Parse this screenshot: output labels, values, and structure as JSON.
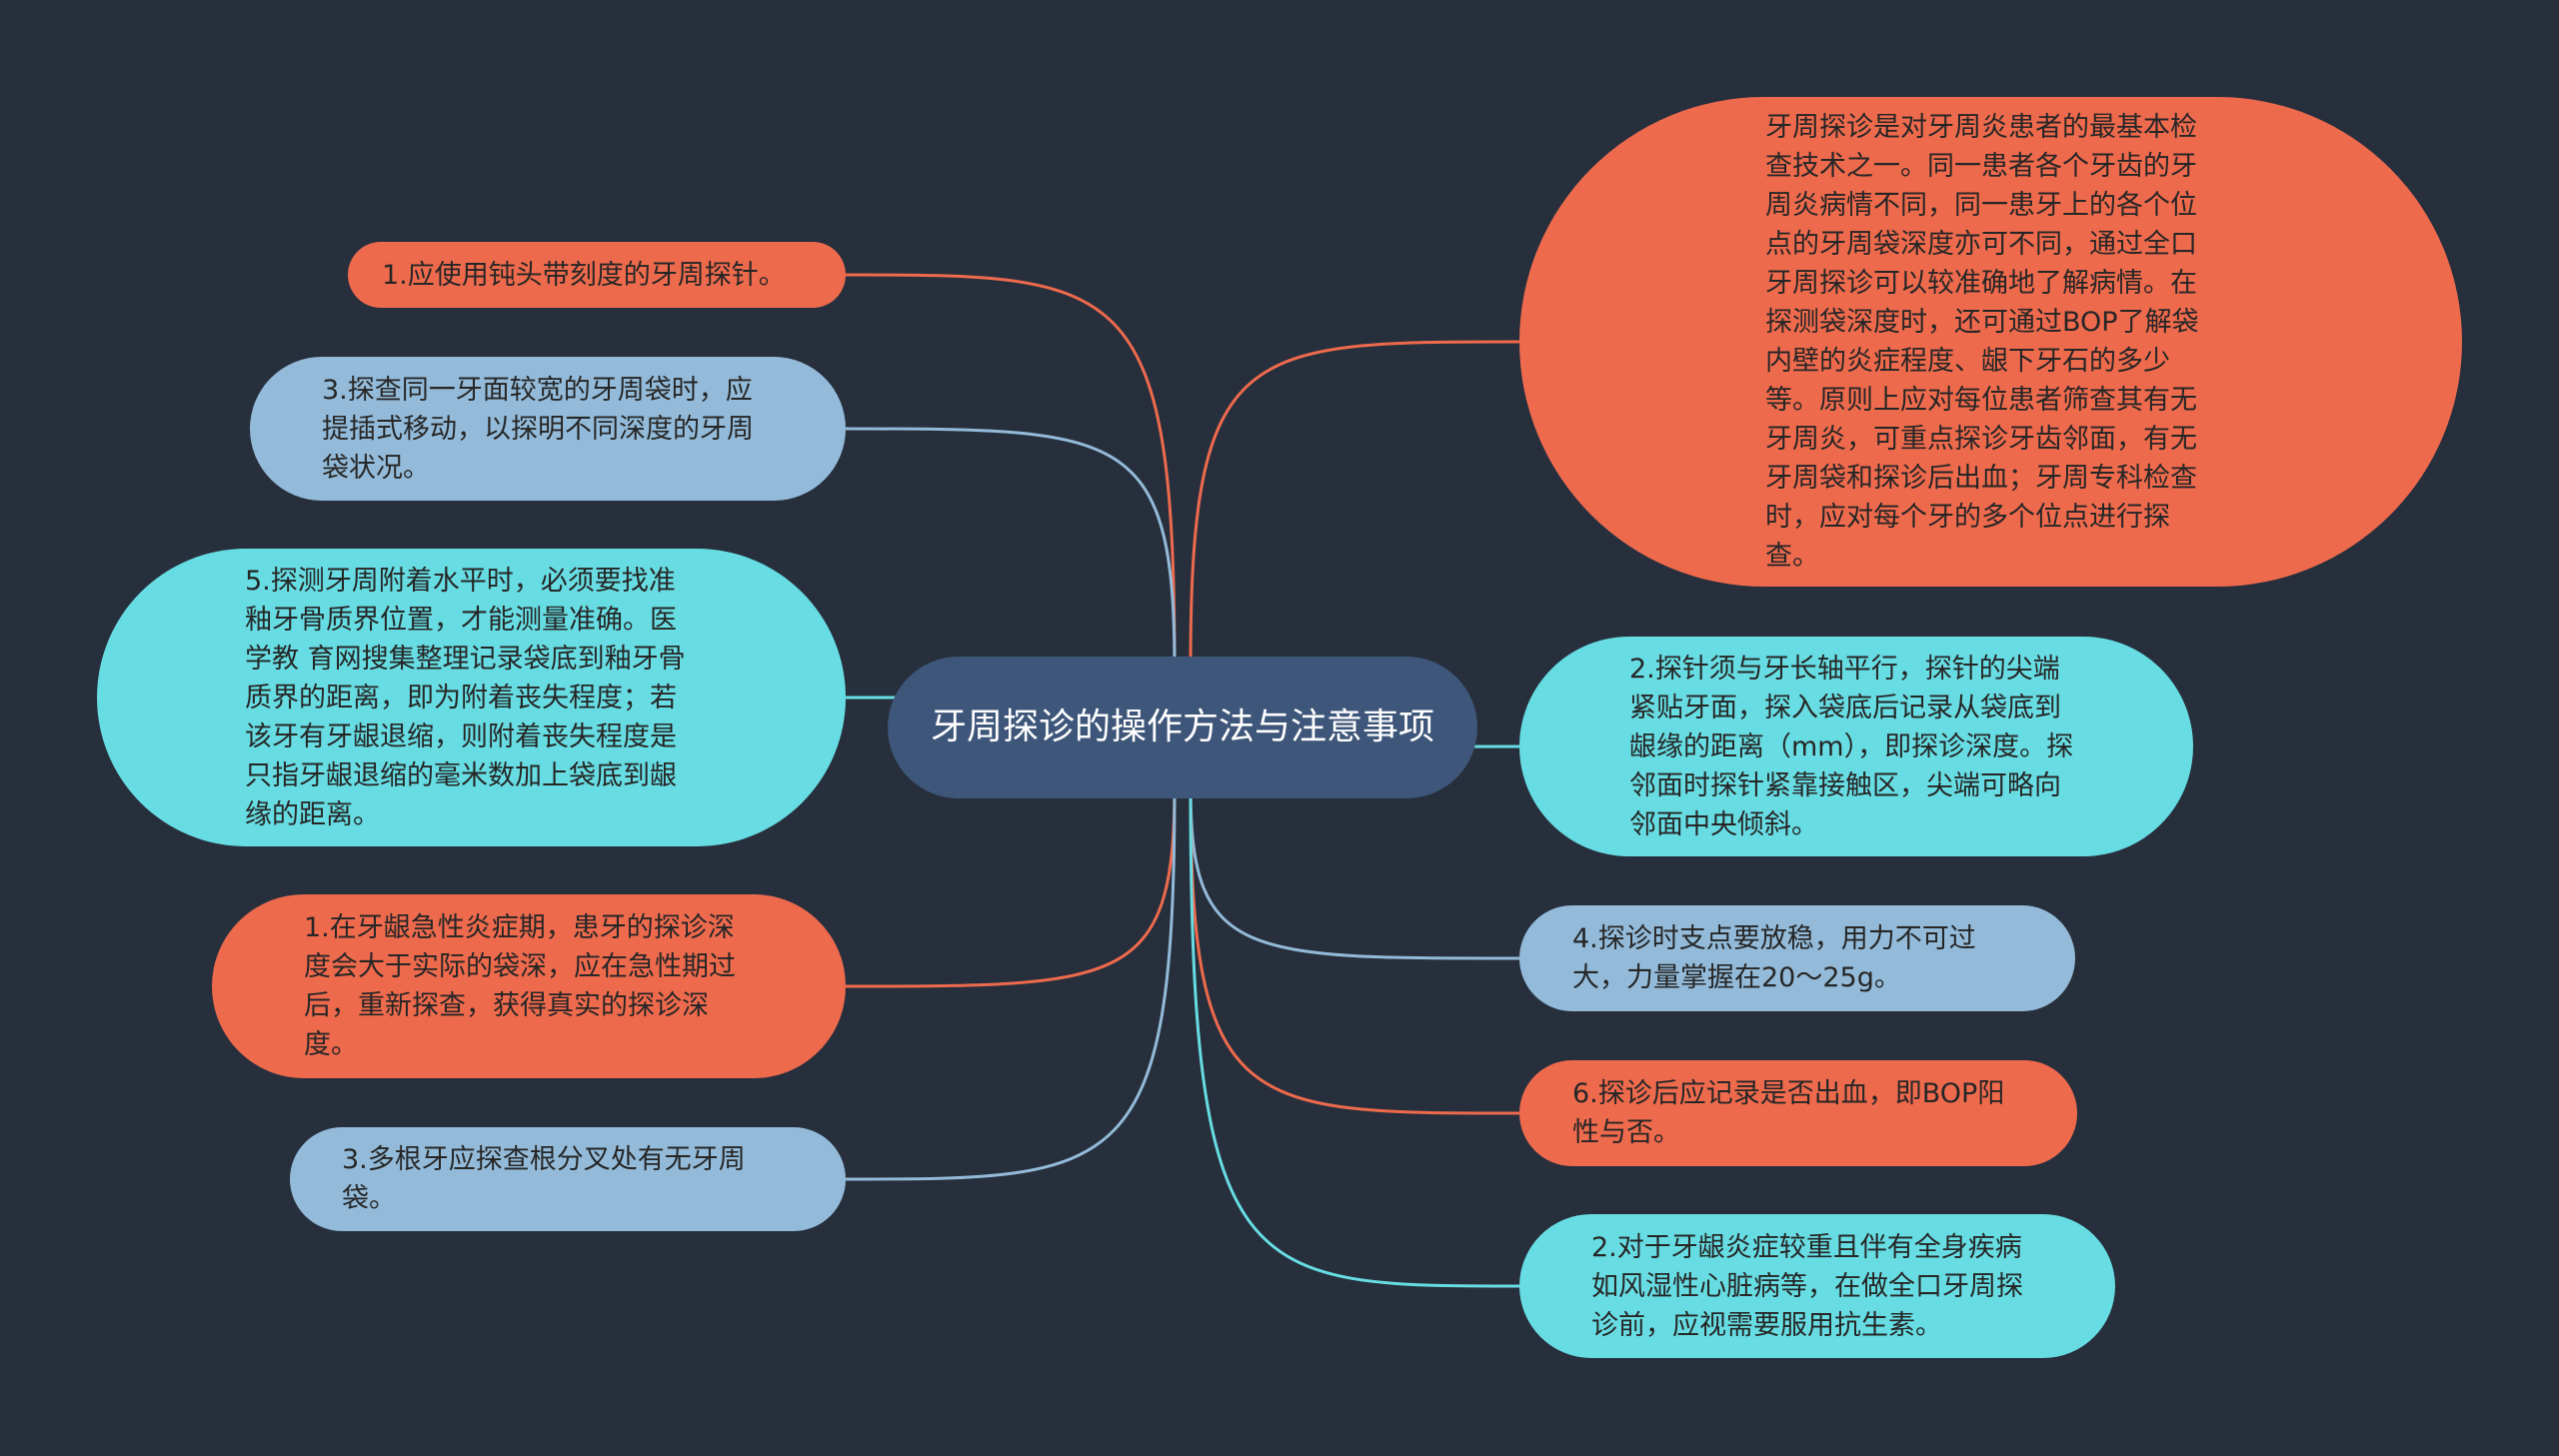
{
  "colors": {
    "background": "#272f3d",
    "center": "#3e5679",
    "orange": "#ee6a4d",
    "cyan": "#67dde3",
    "blue": "#93bbd9"
  },
  "mindmap": {
    "center": {
      "text": "牙周探诊的操作方法与注意事项"
    },
    "left_nodes": [
      {
        "text": "1.应使用钝头带刻度的牙周探针。",
        "color": "orange"
      },
      {
        "text": "3.探查同一牙面较宽的牙周袋时，应提插式移动，以探明不同深度的牙周袋状况。",
        "color": "blue"
      },
      {
        "text": "5.探测牙周附着水平时，必须要找准釉牙骨质界位置，才能测量准确。医学教 育网搜集整理记录袋底到釉牙骨质界的距离，即为附着丧失程度；若该牙有牙龈退缩，则附着丧失程度是只指牙龈退缩的毫米数加上袋底到龈缘的距离。",
        "color": "cyan"
      },
      {
        "text": "1.在牙龈急性炎症期，患牙的探诊深度会大于实际的袋深，应在急性期过后，重新探查，获得真实的探诊深度。",
        "color": "orange"
      },
      {
        "text": "3.多根牙应探查根分叉处有无牙周袋。",
        "color": "blue"
      }
    ],
    "right_nodes": [
      {
        "text": "牙周探诊是对牙周炎患者的最基本检查技术之一。同一患者各个牙齿的牙周炎病情不同，同一患牙上的各个位点的牙周袋深度亦可不同，通过全口牙周探诊可以较准确地了解病情。在探测袋深度时，还可通过BOP了解袋内壁的炎症程度、龈下牙石的多少等。原则上应对每位患者筛查其有无牙周炎，可重点探诊牙齿邻面，有无牙周袋和探诊后出血；牙周专科检查时，应对每个牙的多个位点进行探查。",
        "color": "orange"
      },
      {
        "text": "2.探针须与牙长轴平行，探针的尖端紧贴牙面，探入袋底后记录从袋底到龈缘的距离（mm），即探诊深度。探邻面时探针紧靠接触区，尖端可略向邻面中央倾斜。",
        "color": "cyan"
      },
      {
        "text": "4.探诊时支点要放稳，用力不可过大，力量掌握在20～25g。",
        "color": "blue"
      },
      {
        "text": "6.探诊后应记录是否出血，即BOP阳性与否。",
        "color": "orange"
      },
      {
        "text": "2.对于牙龈炎症较重且伴有全身疾病如风湿性心脏病等，在做全口牙周探诊前，应视需要服用抗生素。",
        "color": "cyan"
      }
    ]
  }
}
